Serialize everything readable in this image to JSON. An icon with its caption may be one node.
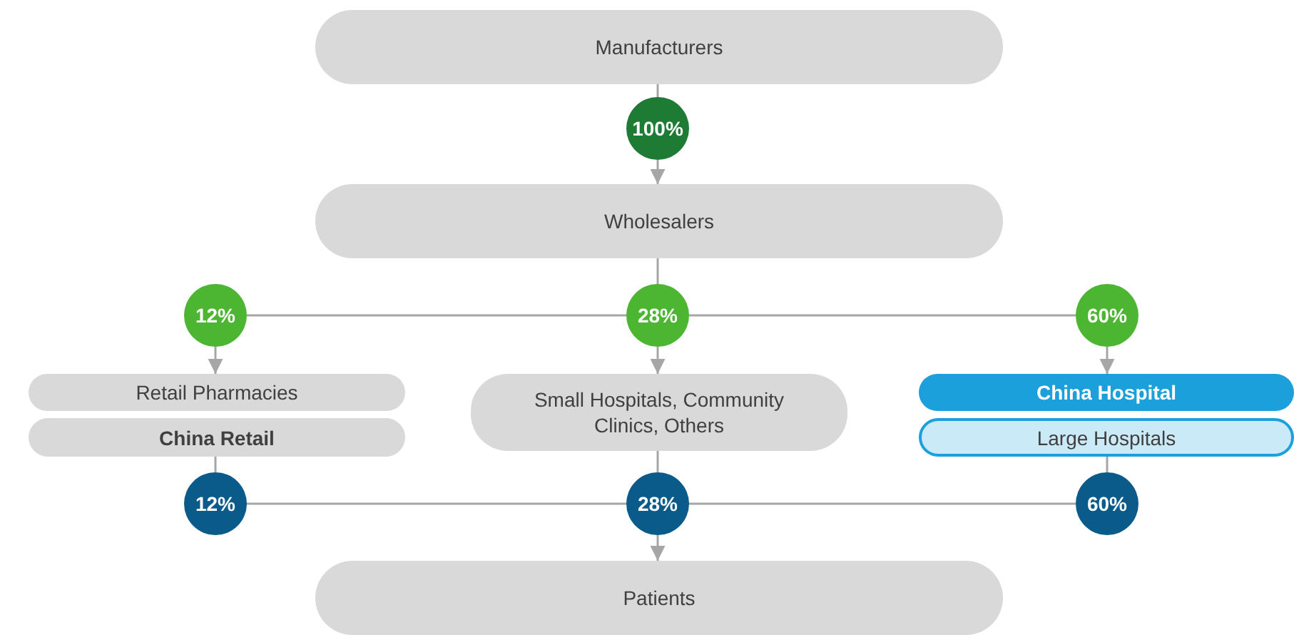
{
  "diagram": {
    "nodes": [
      {
        "text": [
          "Manufacturers"
        ]
      },
      {
        "text": [
          "100%"
        ]
      },
      {
        "text": [
          "Wholesalers"
        ]
      },
      {
        "text": [
          "12%"
        ]
      },
      {
        "text": [
          "28%"
        ]
      },
      {
        "text": [
          "60%"
        ]
      },
      {
        "text": [
          "Retail Pharmacies"
        ]
      },
      {
        "text": [
          "China Retail"
        ]
      },
      {
        "text": [
          "Small Hospitals, Community Clinics, Others"
        ]
      },
      {
        "text": [
          "China Hospital"
        ]
      },
      {
        "text": [
          "Large Hospitals"
        ]
      },
      {
        "text": [
          "12%"
        ]
      },
      {
        "text": [
          "28%"
        ]
      },
      {
        "text": [
          "60%"
        ]
      },
      {
        "text": [
          "Patients"
        ]
      }
    ],
    "edges": [
      {
        "from": 0,
        "to": 1,
        "arrow": "none"
      },
      {
        "from": 1,
        "to": 2,
        "arrow": "to"
      },
      {
        "from": 2,
        "to": 4,
        "arrow": "none"
      },
      {
        "from": 4,
        "to": 3,
        "arrow": "none"
      },
      {
        "from": 4,
        "to": 5,
        "arrow": "none"
      },
      {
        "from": 3,
        "to": 6,
        "arrow": "to"
      },
      {
        "from": 4,
        "to": 8,
        "arrow": "to"
      },
      {
        "from": 5,
        "to": 9,
        "arrow": "to"
      },
      {
        "from": 7,
        "to": 11,
        "arrow": "none"
      },
      {
        "from": 8,
        "to": 12,
        "arrow": "none"
      },
      {
        "from": 10,
        "to": 13,
        "arrow": "none"
      },
      {
        "from": 11,
        "to": 12,
        "arrow": "none"
      },
      {
        "from": 13,
        "to": 12,
        "arrow": "none"
      },
      {
        "from": 12,
        "to": 14,
        "arrow": "to"
      }
    ]
  }
}
